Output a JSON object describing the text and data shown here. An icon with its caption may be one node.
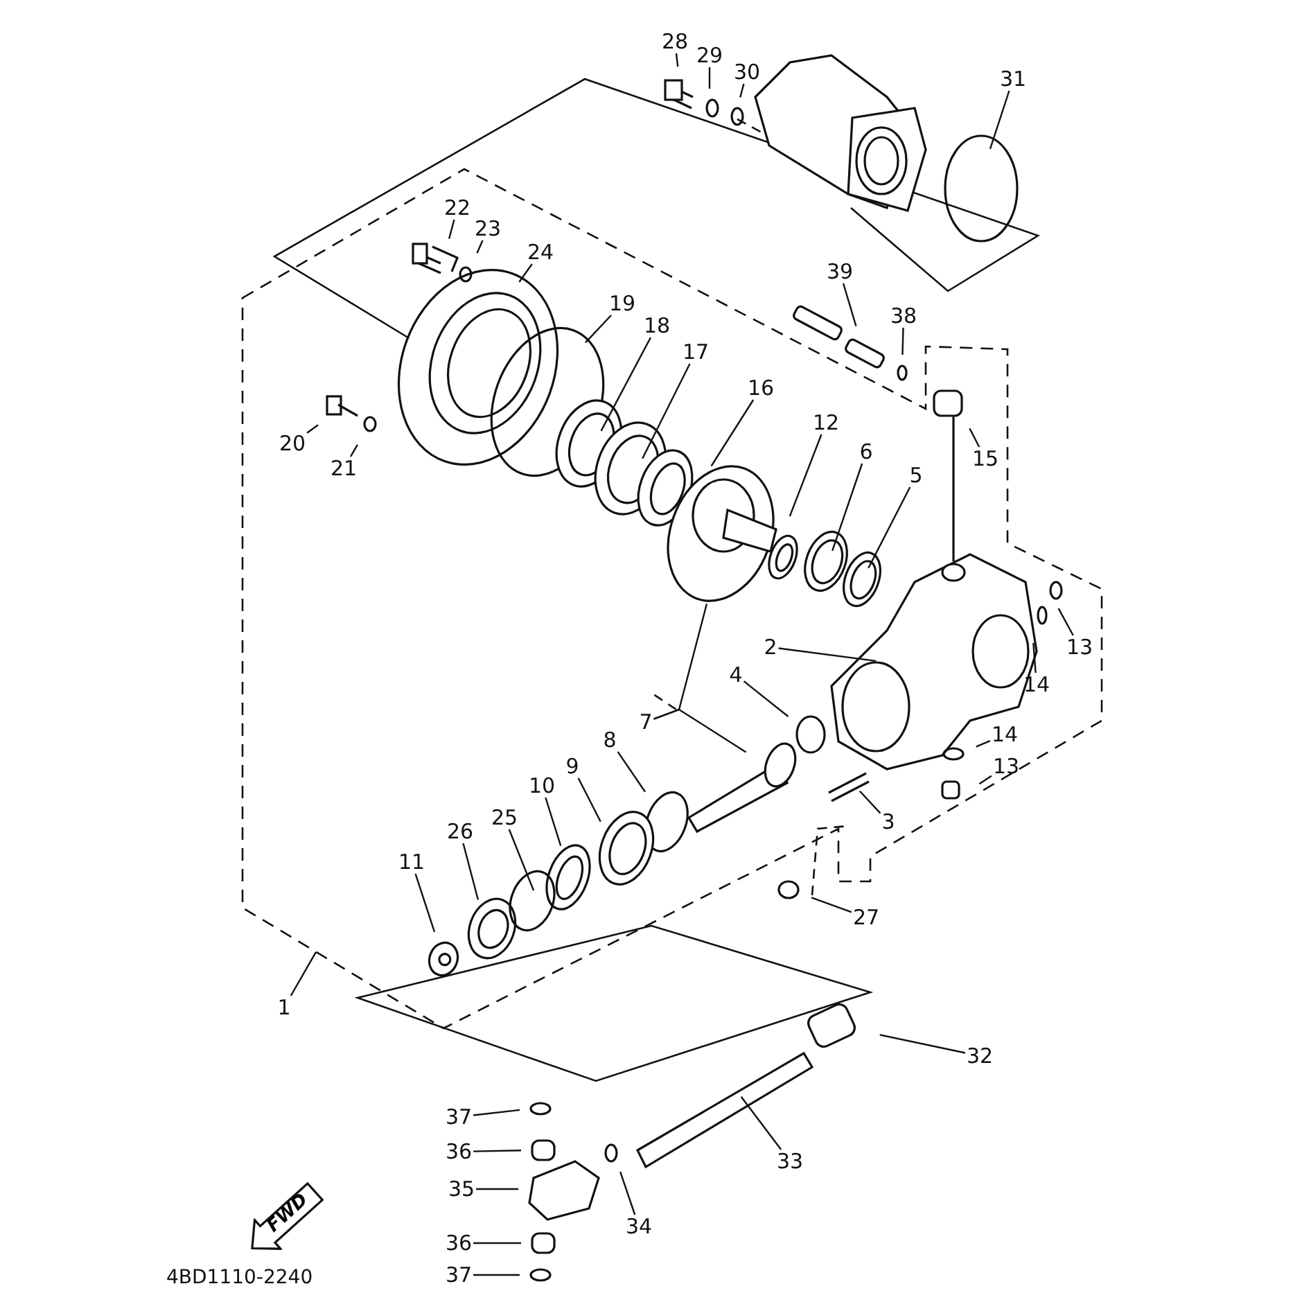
{
  "diagram": {
    "nodes": [
      {
        "text": [
          "1"
        ]
      },
      {
        "text": [
          "2"
        ]
      },
      {
        "text": [
          "3"
        ]
      },
      {
        "text": [
          "4"
        ]
      },
      {
        "text": [
          "5"
        ]
      },
      {
        "text": [
          "6"
        ]
      },
      {
        "text": [
          "7"
        ]
      },
      {
        "text": [
          "8"
        ]
      },
      {
        "text": [
          "9"
        ]
      },
      {
        "text": [
          "10"
        ]
      },
      {
        "text": [
          "11"
        ]
      },
      {
        "text": [
          "12"
        ]
      },
      {
        "text": [
          "13"
        ]
      },
      {
        "text": [
          "13"
        ]
      },
      {
        "text": [
          "14"
        ]
      },
      {
        "text": [
          "14"
        ]
      },
      {
        "text": [
          "15"
        ]
      },
      {
        "text": [
          "16"
        ]
      },
      {
        "text": [
          "17"
        ]
      },
      {
        "text": [
          "18"
        ]
      },
      {
        "text": [
          "19"
        ]
      },
      {
        "text": [
          "20"
        ]
      },
      {
        "text": [
          "21"
        ]
      },
      {
        "text": [
          "22"
        ]
      },
      {
        "text": [
          "23"
        ]
      },
      {
        "text": [
          "24"
        ]
      },
      {
        "text": [
          "25"
        ]
      },
      {
        "text": [
          "26"
        ]
      },
      {
        "text": [
          "27"
        ]
      },
      {
        "text": [
          "28"
        ]
      },
      {
        "text": [
          "29"
        ]
      },
      {
        "text": [
          "30"
        ]
      },
      {
        "text": [
          "31"
        ]
      },
      {
        "text": [
          "32"
        ]
      },
      {
        "text": [
          "33"
        ]
      },
      {
        "text": [
          "34"
        ]
      },
      {
        "text": [
          "35"
        ]
      },
      {
        "text": [
          "36"
        ]
      },
      {
        "text": [
          "36"
        ]
      },
      {
        "text": [
          "37"
        ]
      },
      {
        "text": [
          "37"
        ]
      },
      {
        "text": [
          "38"
        ]
      },
      {
        "text": [
          "39"
        ]
      },
      {
        "text": [
          "FWD"
        ]
      }
    ],
    "edges": [
      {
        "from": 0,
        "to": null,
        "arrow": "none"
      },
      {
        "from": 1,
        "to": null,
        "arrow": "none"
      },
      {
        "from": 2,
        "to": null,
        "arrow": "none"
      },
      {
        "from": 3,
        "to": null,
        "arrow": "none"
      },
      {
        "from": 4,
        "to": null,
        "arrow": "none"
      },
      {
        "from": 5,
        "to": null,
        "arrow": "none"
      },
      {
        "from": 6,
        "to": null,
        "arrow": "none"
      },
      {
        "from": 6,
        "to": null,
        "arrow": "none"
      },
      {
        "from": 7,
        "to": null,
        "arrow": "none"
      },
      {
        "from": 8,
        "to": null,
        "arrow": "none"
      },
      {
        "from": 9,
        "to": null,
        "arrow": "none"
      },
      {
        "from": 10,
        "to": null,
        "arrow": "none"
      },
      {
        "from": 11,
        "to": null,
        "arrow": "none"
      },
      {
        "from": 12,
        "to": null,
        "arrow": "none"
      },
      {
        "from": 13,
        "to": null,
        "arrow": "none"
      },
      {
        "from": 14,
        "to": null,
        "arrow": "none"
      },
      {
        "from": 15,
        "to": null,
        "arrow": "none"
      },
      {
        "from": 16,
        "to": null,
        "arrow": "none"
      },
      {
        "from": 17,
        "to": null,
        "arrow": "none"
      },
      {
        "from": 18,
        "to": null,
        "arrow": "none"
      },
      {
        "from": 19,
        "to": null,
        "arrow": "none"
      },
      {
        "from": 20,
        "to": null,
        "arrow": "none"
      },
      {
        "from": 21,
        "to": null,
        "arrow": "none"
      },
      {
        "from": 22,
        "to": null,
        "arrow": "none"
      },
      {
        "from": 23,
        "to": null,
        "arrow": "none"
      },
      {
        "from": 24,
        "to": null,
        "arrow": "none"
      },
      {
        "from": 25,
        "to": null,
        "arrow": "none"
      },
      {
        "from": 26,
        "to": null,
        "arrow": "none"
      },
      {
        "from": 27,
        "to": null,
        "arrow": "none"
      },
      {
        "from": 28,
        "to": null,
        "arrow": "none"
      },
      {
        "from": 29,
        "to": null,
        "arrow": "none"
      },
      {
        "from": 30,
        "to": null,
        "arrow": "none"
      },
      {
        "from": 31,
        "to": null,
        "arrow": "none"
      },
      {
        "from": 32,
        "to": null,
        "arrow": "none"
      },
      {
        "from": 33,
        "to": null,
        "arrow": "none"
      },
      {
        "from": 34,
        "to": null,
        "arrow": "none"
      },
      {
        "from": 35,
        "to": null,
        "arrow": "none"
      },
      {
        "from": 36,
        "to": null,
        "arrow": "none"
      },
      {
        "from": 37,
        "to": null,
        "arrow": "none"
      },
      {
        "from": 38,
        "to": null,
        "arrow": "none"
      },
      {
        "from": 39,
        "to": null,
        "arrow": "none"
      },
      {
        "from": 40,
        "to": null,
        "arrow": "none"
      },
      {
        "from": 41,
        "to": null,
        "arrow": "none"
      },
      {
        "from": 42,
        "to": null,
        "arrow": "none"
      }
    ],
    "labels": [
      "4BD1110-2240"
    ]
  }
}
